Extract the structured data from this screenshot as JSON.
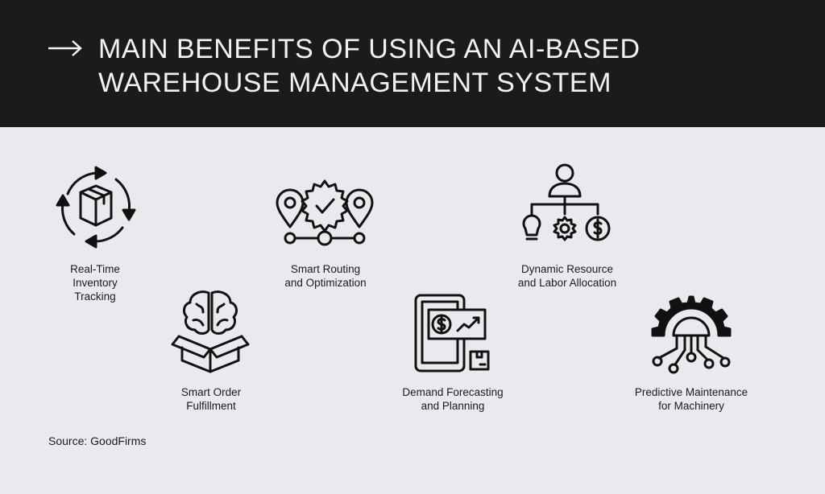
{
  "header": {
    "title_line1": "MAIN BENEFITS OF USING AN AI-BASED",
    "title_line2": "WAREHOUSE MANAGEMENT SYSTEM",
    "arrow_icon": "arrow-right-icon"
  },
  "benefits": [
    {
      "icon": "box-cycle-icon",
      "line1": "Real-Time",
      "line2": "Inventory",
      "line3": "Tracking"
    },
    {
      "icon": "brain-box-icon",
      "line1": "Smart Order",
      "line2": "Fulfillment"
    },
    {
      "icon": "route-gear-icon",
      "line1": "Smart Routing",
      "line2": "and Optimization"
    },
    {
      "icon": "tablet-chart-icon",
      "line1": "Demand Forecasting",
      "line2": "and Planning"
    },
    {
      "icon": "org-resource-icon",
      "line1": "Dynamic Resource",
      "line2": "and Labor Allocation"
    },
    {
      "icon": "gear-circuit-icon",
      "line1": "Predictive Maintenance",
      "line2": "for Machinery"
    }
  ],
  "source": "Source: GoodFirms",
  "colors": {
    "header_bg": "#1b1a1c",
    "page_bg": "#e8eaed",
    "ink": "#1b1b1b"
  }
}
